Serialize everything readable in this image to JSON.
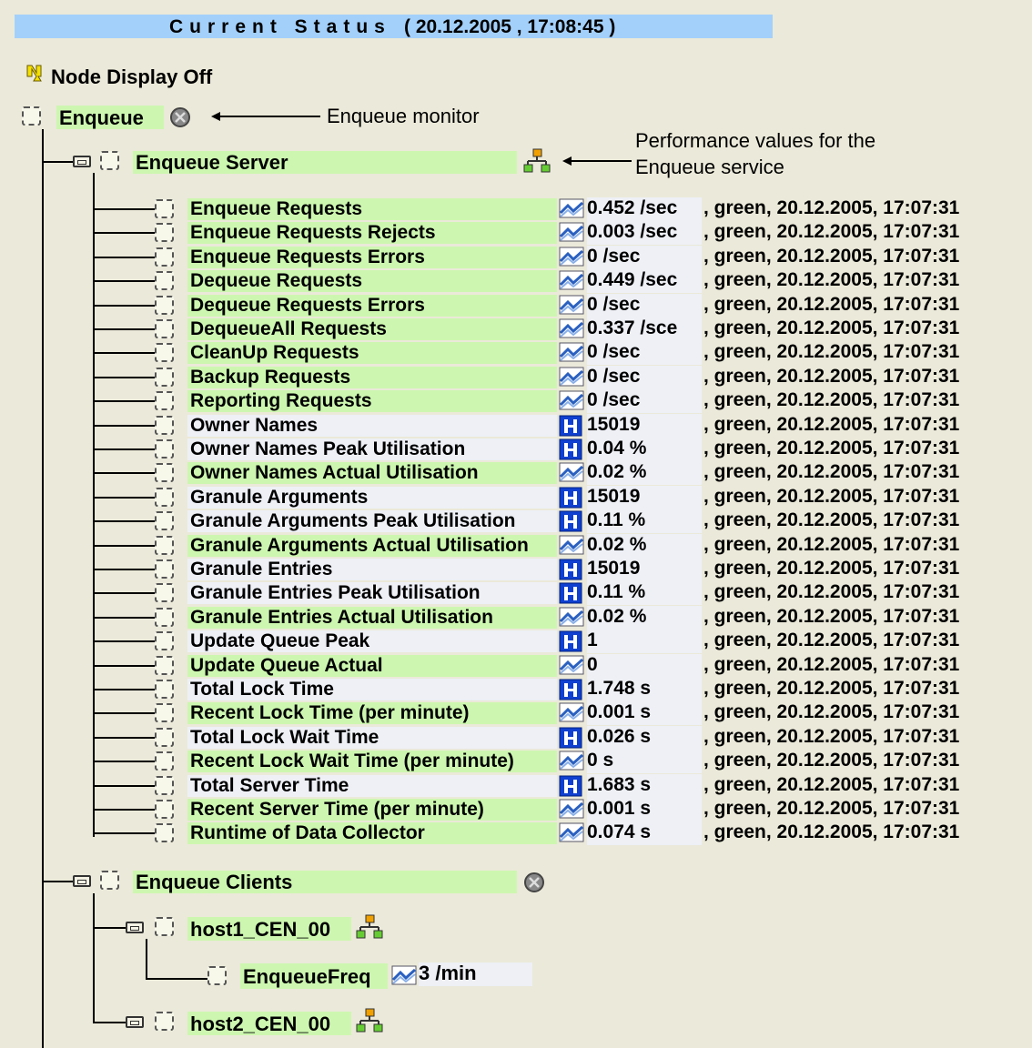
{
  "header": {
    "title": "Current Status",
    "timestamp": "( 20.12.2005 , 17:08:45 )"
  },
  "node_display": "Node Display Off",
  "root": {
    "label": "Enqueue",
    "annotation": "Enqueue monitor"
  },
  "server": {
    "label": "Enqueue Server",
    "annotation_line1": "Performance values for the",
    "annotation_line2": "Enqueue service"
  },
  "rows": [
    {
      "label": "Enqueue Requests",
      "green": true,
      "icon": "perf",
      "value": "0.452 /sec",
      "status": ", green, 20.12.2005, 17:07:31"
    },
    {
      "label": "Enqueue Requests Rejects",
      "green": true,
      "icon": "perf",
      "value": "0.003 /sec",
      "status": ", green, 20.12.2005, 17:07:31"
    },
    {
      "label": "Enqueue Requests Errors",
      "green": true,
      "icon": "perf",
      "value": "0 /sec",
      "status": ", green, 20.12.2005, 17:07:31"
    },
    {
      "label": "Dequeue Requests",
      "green": true,
      "icon": "perf",
      "value": "0.449 /sec",
      "status": ", green, 20.12.2005, 17:07:31"
    },
    {
      "label": "Dequeue Requests Errors",
      "green": true,
      "icon": "perf",
      "value": "0 /sec",
      "status": ", green, 20.12.2005, 17:07:31"
    },
    {
      "label": "DequeueAll Requests",
      "green": true,
      "icon": "perf",
      "value": "0.337 /sce",
      "status": ", green, 20.12.2005, 17:07:31"
    },
    {
      "label": "CleanUp Requests",
      "green": true,
      "icon": "perf",
      "value": "0 /sec",
      "status": ", green, 20.12.2005, 17:07:31"
    },
    {
      "label": "Backup Requests",
      "green": true,
      "icon": "perf",
      "value": "0 /sec",
      "status": ", green, 20.12.2005, 17:07:31"
    },
    {
      "label": "Reporting Requests",
      "green": true,
      "icon": "perf",
      "value": "0 /sec",
      "status": ", green, 20.12.2005, 17:07:31"
    },
    {
      "label": "Owner Names",
      "green": false,
      "icon": "info",
      "value": "15019",
      "status": ", green, 20.12.2005, 17:07:31"
    },
    {
      "label": "Owner Names Peak Utilisation",
      "green": false,
      "icon": "info",
      "value": "0.04 %",
      "status": ", green, 20.12.2005, 17:07:31"
    },
    {
      "label": "Owner Names Actual Utilisation",
      "green": true,
      "icon": "perf",
      "value": "0.02 %",
      "status": ", green, 20.12.2005, 17:07:31"
    },
    {
      "label": "Granule Arguments",
      "green": false,
      "icon": "info",
      "value": "15019",
      "status": ", green, 20.12.2005, 17:07:31"
    },
    {
      "label": "Granule Arguments Peak Utilisation",
      "green": false,
      "icon": "info",
      "value": "0.11 %",
      "status": ", green, 20.12.2005, 17:07:31"
    },
    {
      "label": "Granule Arguments Actual Utilisation",
      "green": true,
      "icon": "perf",
      "value": "0.02 %",
      "status": ", green, 20.12.2005, 17:07:31"
    },
    {
      "label": "Granule Entries",
      "green": false,
      "icon": "info",
      "value": "15019",
      "status": ", green, 20.12.2005, 17:07:31"
    },
    {
      "label": "Granule Entries Peak Utilisation",
      "green": false,
      "icon": "info",
      "value": "0.11 %",
      "status": ", green, 20.12.2005, 17:07:31"
    },
    {
      "label": "Granule Entries Actual Utilisation",
      "green": true,
      "icon": "perf",
      "value": "0.02 %",
      "status": ", green, 20.12.2005, 17:07:31"
    },
    {
      "label": "Update Queue Peak",
      "green": false,
      "icon": "info",
      "value": "1",
      "status": ", green, 20.12.2005, 17:07:31"
    },
    {
      "label": "Update Queue Actual",
      "green": true,
      "icon": "perf",
      "value": "0",
      "status": ", green, 20.12.2005, 17:07:31"
    },
    {
      "label": "Total Lock Time",
      "green": false,
      "icon": "info",
      "value": "1.748 s",
      "status": ", green, 20.12.2005, 17:07:31"
    },
    {
      "label": "Recent Lock Time (per minute)",
      "green": true,
      "icon": "perf",
      "value": "0.001 s",
      "status": ", green, 20.12.2005, 17:07:31"
    },
    {
      "label": "Total Lock Wait Time",
      "green": false,
      "icon": "info",
      "value": "0.026 s",
      "status": ", green, 20.12.2005, 17:07:31"
    },
    {
      "label": "Recent Lock Wait Time (per minute)",
      "green": true,
      "icon": "perf",
      "value": "0 s",
      "status": ", green, 20.12.2005, 17:07:31"
    },
    {
      "label": "Total Server Time",
      "green": false,
      "icon": "info",
      "value": "1.683 s",
      "status": ", green, 20.12.2005, 17:07:31"
    },
    {
      "label": "Recent Server Time (per minute)",
      "green": true,
      "icon": "perf",
      "value": "0.001 s",
      "status": ", green, 20.12.2005, 17:07:31"
    },
    {
      "label": "Runtime of Data Collector",
      "green": true,
      "icon": "perf",
      "value": "0.074 s",
      "status": ", green, 20.12.2005, 17:07:31"
    }
  ],
  "clients": {
    "label": "Enqueue Clients",
    "host1": {
      "label": "host1_CEN_00",
      "child": {
        "label": "EnqueueFreq",
        "value": "3 /min"
      }
    },
    "host2": {
      "label": "host2_CEN_00"
    }
  },
  "colors": {
    "green_bg": "#cdf7b0",
    "light_bg": "#eef0f6",
    "title_bg": "#a3d0fb",
    "page_bg": "#ebe9d9"
  }
}
